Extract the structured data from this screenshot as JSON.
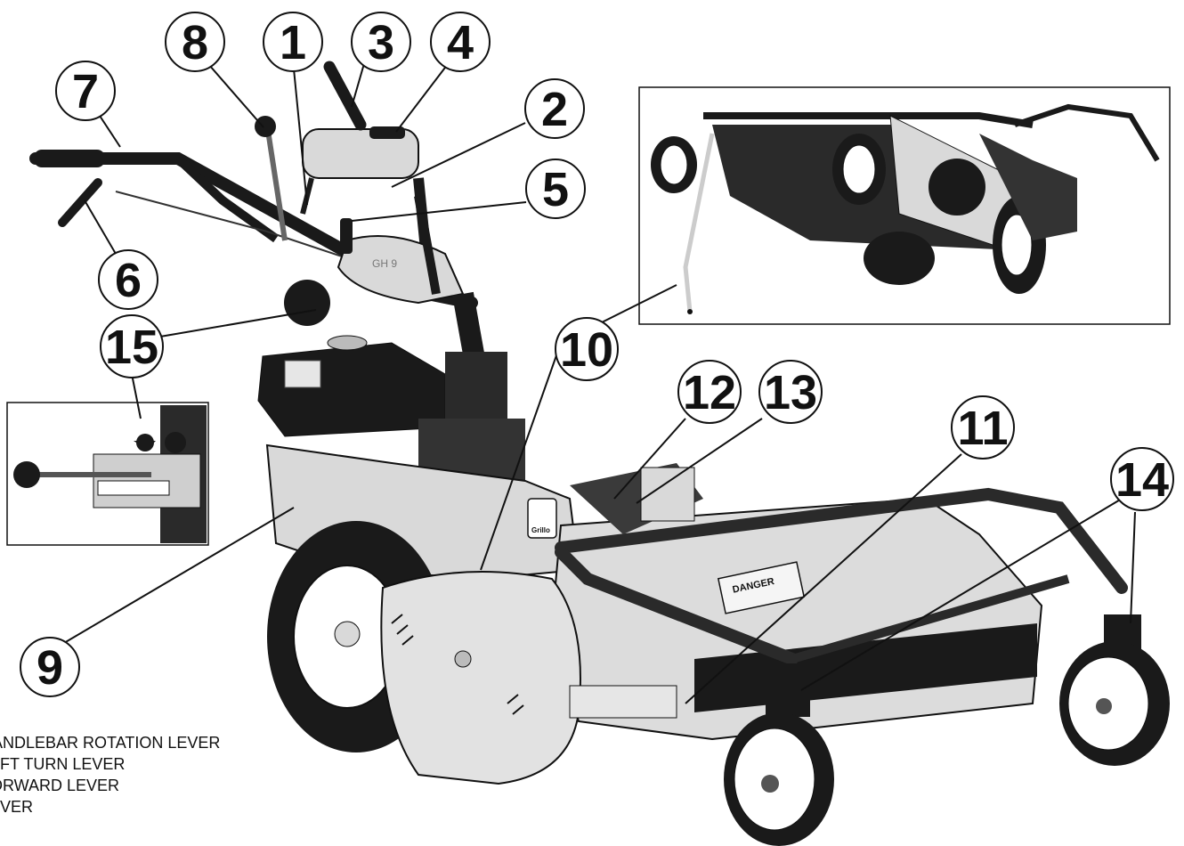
{
  "callouts": [
    "1",
    "2",
    "3",
    "4",
    "5",
    "6",
    "7",
    "8",
    "9",
    "10",
    "11",
    "12",
    "13",
    "14",
    "15"
  ],
  "legend": [
    "HANDLEBAR ROTATION LEVER",
    "LEFT TURN LEVER",
    "FORWARD LEVER",
    "LEVER"
  ],
  "decals": {
    "danger": "DANGER",
    "brand": "Grillo",
    "model": "GH 9"
  },
  "colors": {
    "body": "#d9d9d9",
    "dark": "#1a1a1a",
    "line": "#111111"
  }
}
